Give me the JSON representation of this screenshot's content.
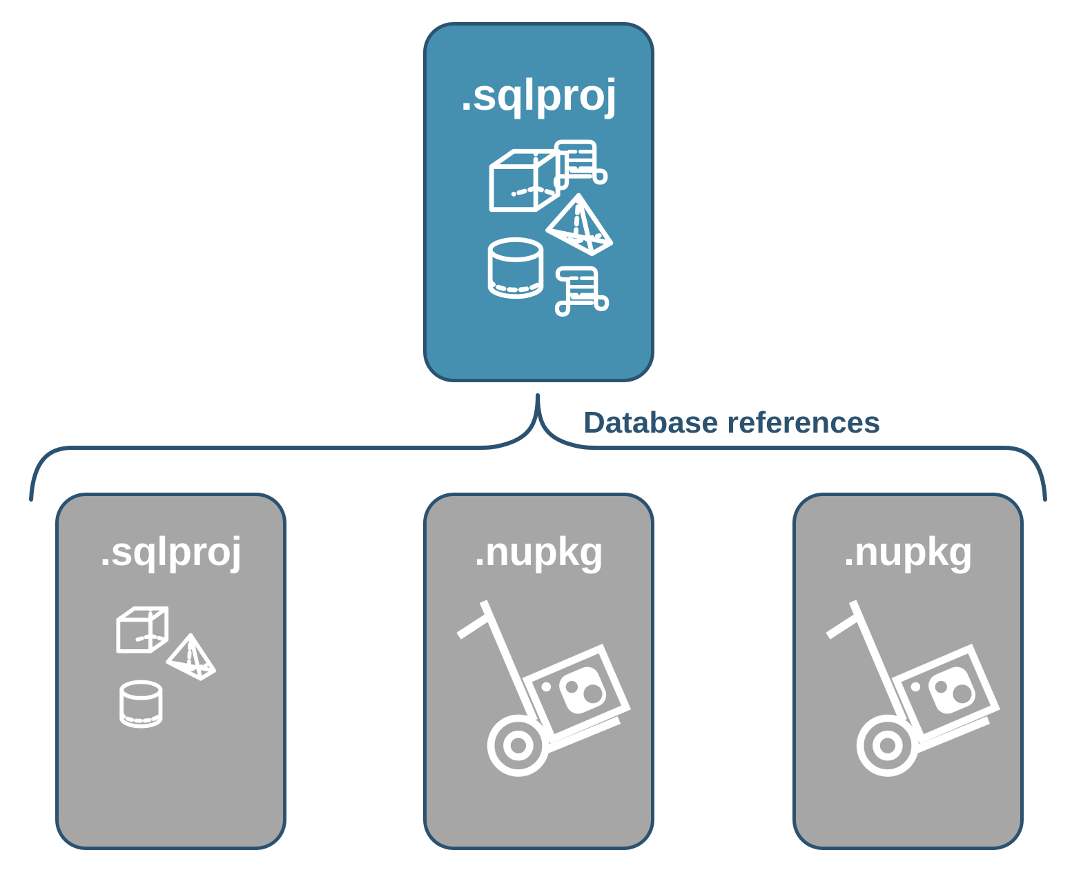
{
  "diagram": {
    "title_top": ".sqlproj",
    "connector_label": "Database references",
    "colors": {
      "primary_blue": "#4590b0",
      "gray": "#a6a6a6",
      "outline_navy": "#2b5270",
      "icon_white": "#ffffff",
      "background": "#ffffff"
    },
    "nodes": [
      {
        "id": "root-sqlproj",
        "label": ".sqlproj",
        "fill": "#4590b0",
        "icon": "database-objects-icon",
        "icon_parts": [
          "cube-icon",
          "pyramid-icon",
          "cylinder-icon",
          "scroll-icon",
          "scroll-icon"
        ]
      },
      {
        "id": "ref-sqlproj",
        "label": ".sqlproj",
        "fill": "#a6a6a6",
        "icon": "database-objects-icon",
        "icon_parts": [
          "cube-icon",
          "pyramid-icon",
          "cylinder-icon"
        ]
      },
      {
        "id": "ref-nupkg-1",
        "label": ".nupkg",
        "fill": "#a6a6a6",
        "icon": "nuget-hand-truck-icon",
        "icon_parts": [
          "hand-truck-icon",
          "package-box-icon",
          "nuget-logo-icon",
          "wheel-icon"
        ]
      },
      {
        "id": "ref-nupkg-2",
        "label": ".nupkg",
        "fill": "#a6a6a6",
        "icon": "nuget-hand-truck-icon",
        "icon_parts": [
          "hand-truck-icon",
          "package-box-icon",
          "nuget-logo-icon",
          "wheel-icon"
        ]
      }
    ]
  }
}
